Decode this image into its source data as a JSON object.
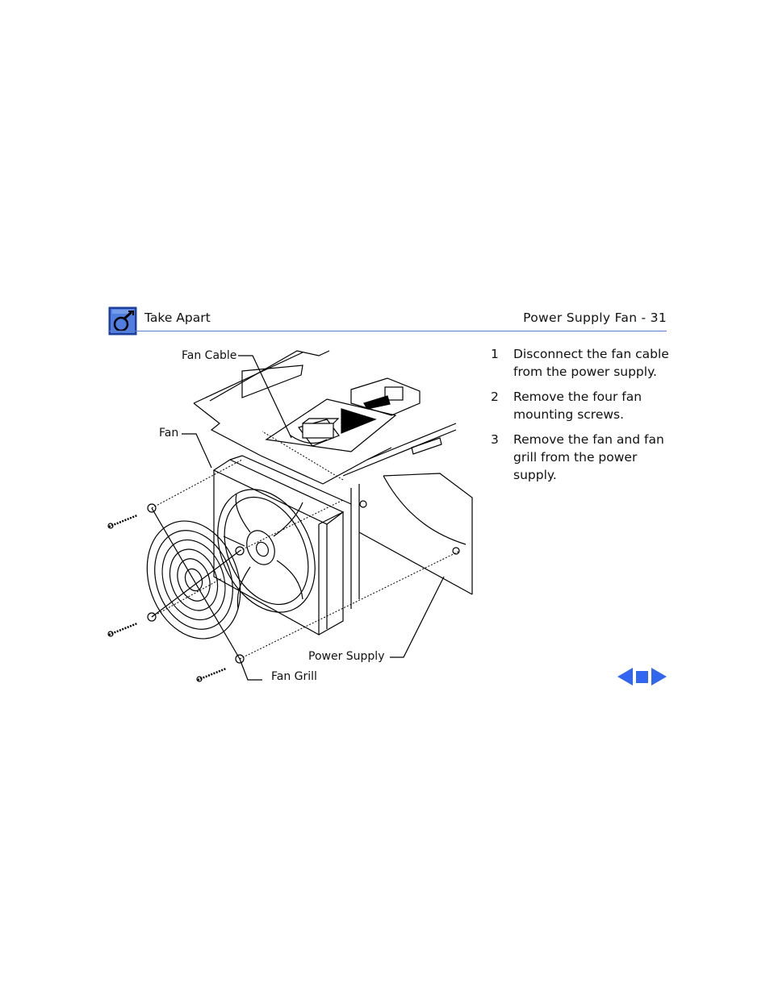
{
  "header": {
    "icon": "manual-wrench-icon",
    "section_title": "Take Apart",
    "page_title": "Power Supply Fan - 31",
    "rule_color": "#5a7fd1"
  },
  "figure": {
    "callouts": {
      "fan_cable": "Fan Cable",
      "fan": "Fan",
      "power_supply": "Power Supply",
      "fan_grill": "Fan Grill"
    }
  },
  "steps": [
    {
      "number": "1",
      "text": "Disconnect the fan cable from the power supply."
    },
    {
      "number": "2",
      "text": "Remove the four fan mounting screws."
    },
    {
      "number": "3",
      "text": "Remove the fan and fan grill from the power supply."
    }
  ],
  "navigation": {
    "previous_icon": "left-arrow-icon",
    "home_icon": "square-icon",
    "next_icon": "right-arrow-icon",
    "color": "#3366ee"
  }
}
